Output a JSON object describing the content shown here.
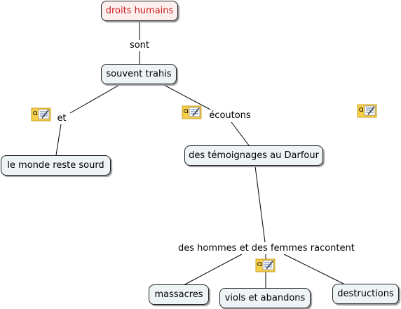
{
  "nodes": {
    "droits_humains": "droits humains",
    "souvent_trahis": "souvent trahis",
    "monde_sourd": "le monde reste sourd",
    "temoignages": "des témoignages au Darfour",
    "massacres": "massacres",
    "viols": "viols et abandons",
    "destructions": "destructions"
  },
  "links": {
    "sont": "sont",
    "et": "et",
    "ecoutons": "écoutons",
    "racontent": "des hommes et des femmes racontent"
  },
  "colors": {
    "root_text": "#c91e1e",
    "root_fill": "#fcefee",
    "node_fill": "#eef3f6",
    "note_fill": "#f7d04a",
    "note_border": "#c8a020"
  },
  "icons": [
    "note-annotation-icon"
  ]
}
